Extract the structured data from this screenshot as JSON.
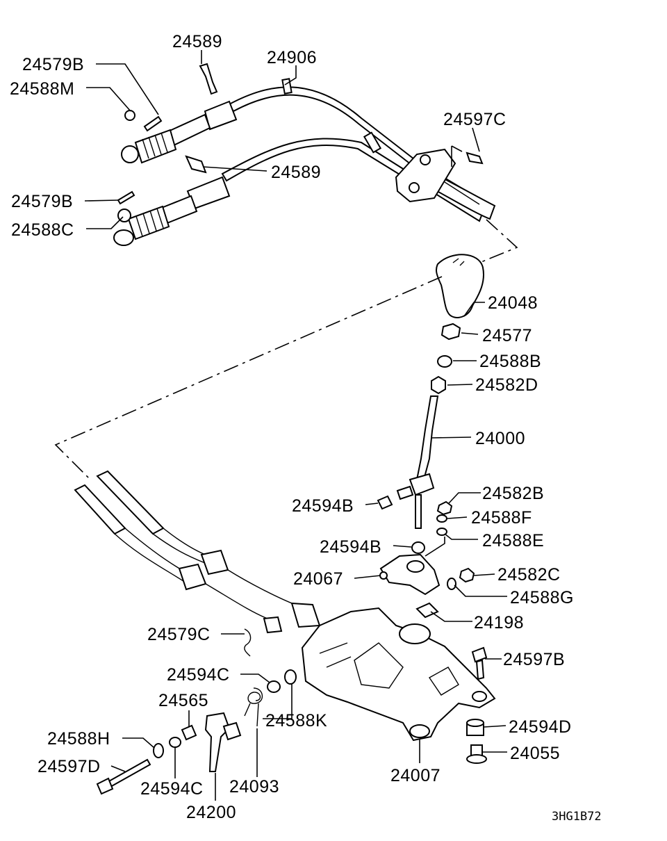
{
  "drawing_code": "3HG1B72",
  "labels": {
    "p24589a": "24589",
    "p24906": "24906",
    "p24579B_top": "24579B",
    "p24588M": "24588M",
    "p24597C": "24597C",
    "p24589b": "24589",
    "p24579B_mid": "24579B",
    "p24588C": "24588C",
    "p24048": "24048",
    "p24577": "24577",
    "p24588B": "24588B",
    "p24582D": "24582D",
    "p24000": "24000",
    "p24582B": "24582B",
    "p24594B_a": "24594B",
    "p24588F": "24588F",
    "p24588E": "24588E",
    "p24594B_b": "24594B",
    "p24582C": "24582C",
    "p24067": "24067",
    "p24588G": "24588G",
    "p24198": "24198",
    "p24579C": "24579C",
    "p24597B": "24597B",
    "p24594C_a": "24594C",
    "p24565": "24565",
    "p24588K": "24588K",
    "p24594D": "24594D",
    "p24588H": "24588H",
    "p24055": "24055",
    "p24597D": "24597D",
    "p24007": "24007",
    "p24594C_b": "24594C",
    "p24093": "24093",
    "p24200": "24200"
  }
}
